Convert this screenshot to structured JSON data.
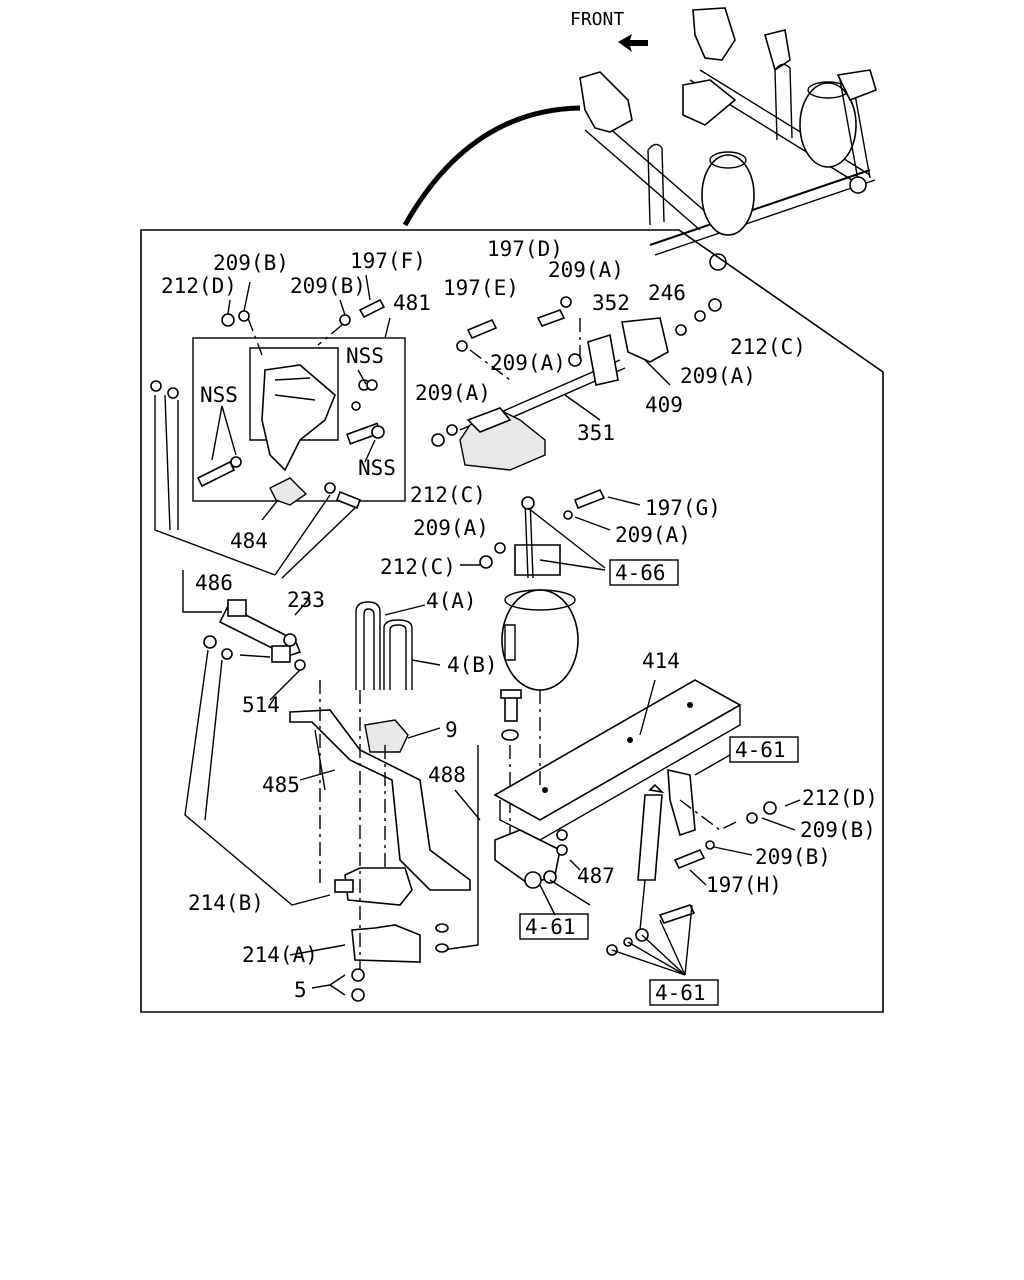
{
  "diagram": {
    "front_label": "FRONT",
    "labels": {
      "l_209b_top": "209(B)",
      "l_212d_top": "212(D)",
      "l_197f": "197(F)",
      "l_209b_mid": "209(B)",
      "l_481": "481",
      "l_nss_1": "NSS",
      "l_nss_2": "NSS",
      "l_nss_3": "NSS",
      "l_484": "484",
      "l_486": "486",
      "l_197d": "197(D)",
      "l_209a_1": "209(A)",
      "l_197e": "197(E)",
      "l_352": "352",
      "l_246": "246",
      "l_212c_1": "212(C)",
      "l_209a_2": "209(A)",
      "l_209a_3": "209(A)",
      "l_209a_4": "209(A)",
      "l_409": "409",
      "l_351": "351",
      "l_212c_2": "212(C)",
      "l_197g": "197(G)",
      "l_209a_5": "209(A)",
      "l_209a_6": "209(A)",
      "l_212c_3": "212(C)",
      "l_233": "233",
      "l_4a": "4(A)",
      "l_4b": "4(B)",
      "l_414": "414",
      "l_514": "514",
      "l_9": "9",
      "l_485": "485",
      "l_488": "488",
      "l_212d_r": "212(D)",
      "l_209b_r1": "209(B)",
      "l_209b_r2": "209(B)",
      "l_197h": "197(H)",
      "l_487": "487",
      "l_214b": "214(B)",
      "l_214a": "214(A)",
      "l_5": "5"
    },
    "refs": {
      "r_466": "4-66",
      "r_461_a": "4-61",
      "r_461_b": "4-61",
      "r_461_c": "4-61"
    }
  }
}
